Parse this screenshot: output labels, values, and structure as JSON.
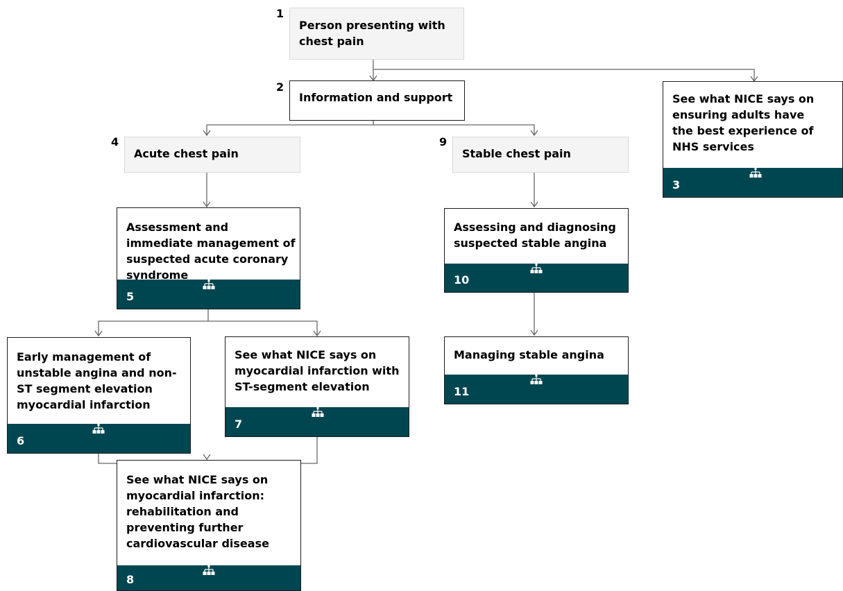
{
  "nodes": {
    "n1": {
      "number": "1",
      "title": "Person presenting with chest pain"
    },
    "n2": {
      "number": "2",
      "title": "Information and support"
    },
    "n3": {
      "number": "3",
      "title": "See what NICE says on ensuring adults have the best experience of NHS services"
    },
    "n4": {
      "number": "4",
      "title": "Acute chest pain"
    },
    "n5": {
      "number": "5",
      "title": "Assessment and immediate management of suspected acute coronary syndrome"
    },
    "n6": {
      "number": "6",
      "title": "Early management of unstable angina and non-ST segment elevation myocardial infarction"
    },
    "n7": {
      "number": "7",
      "title": "See what NICE says on myocardial infarction with ST-segment elevation"
    },
    "n8": {
      "number": "8",
      "title": "See what NICE says on myocardial infarction: rehabilitation and preventing further cardiovascular disease"
    },
    "n9": {
      "number": "9",
      "title": "Stable chest pain"
    },
    "n10": {
      "number": "10",
      "title": "Assessing and diagnosing suspected stable angina"
    },
    "n11": {
      "number": "11",
      "title": "Managing stable angina"
    }
  },
  "icons": {
    "footer_icon": "hierarchy-tree-icon"
  },
  "colors": {
    "footer": "#004650",
    "grey_box": "#f4f4f4",
    "connector": "#666666"
  }
}
